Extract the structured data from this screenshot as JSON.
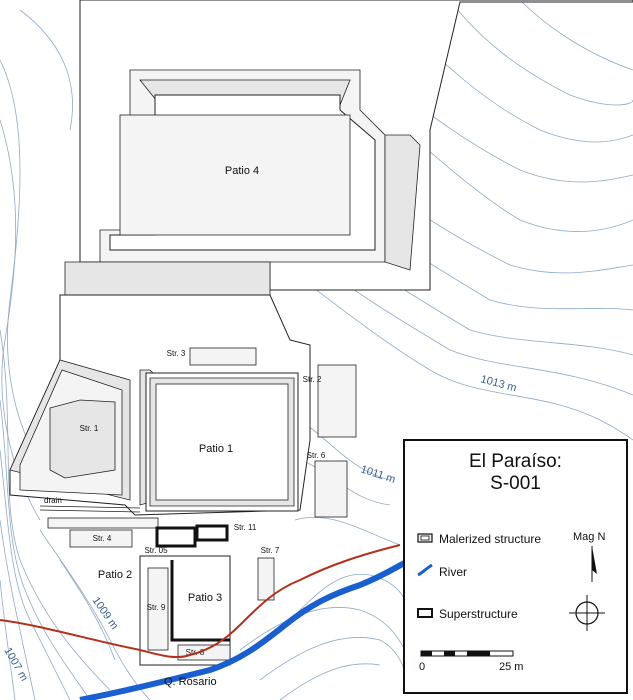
{
  "map": {
    "patios": [
      "Patio 4",
      "Patio 1",
      "Patio 2",
      "Patio 3"
    ],
    "structures": [
      "Str. 1",
      "Str. 2",
      "Str. 3",
      "Str. 4",
      "Str. 05",
      "Str. 6",
      "Str. 7",
      "Str. 8",
      "Str. 9",
      "Str. 11"
    ],
    "contour_labels": [
      "1013 m",
      "1011 m",
      "1009 m",
      "1007 m"
    ],
    "drain_label": "drain",
    "river_label": "Q. Rosario",
    "colors": {
      "river": "#1a5fd0",
      "road": "#b3301c",
      "contour": "#8fa9c6",
      "walls": "#222222"
    }
  },
  "legend": {
    "title_line1": "El Paraíso:",
    "title_line2": "S-001",
    "items": [
      {
        "icon": "malerized-structure-icon",
        "label": "Malerized structure"
      },
      {
        "icon": "river-line-icon",
        "label": "River"
      },
      {
        "icon": "superstructure-icon",
        "label": "Superstructure"
      }
    ],
    "north_label": "Mag N",
    "scale": {
      "start": "0",
      "end": "25 m"
    }
  }
}
